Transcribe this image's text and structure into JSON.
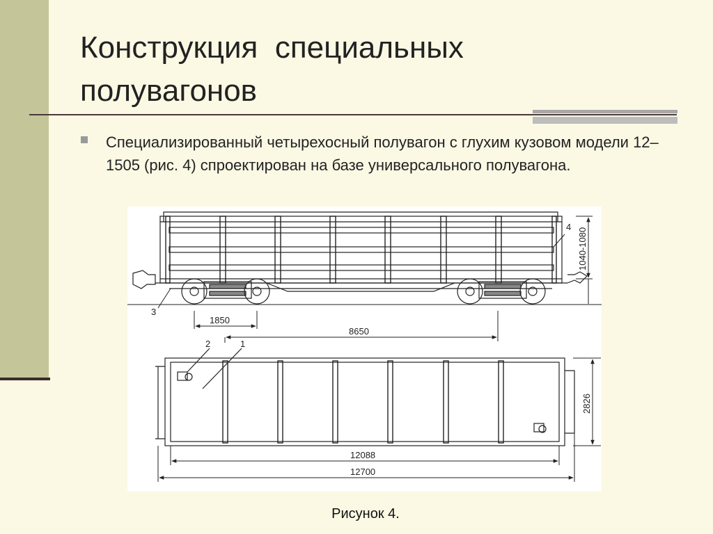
{
  "slide": {
    "title": "Конструкция  специальных\nполувагонов",
    "body": "Специализированный  четырехосный полувагон с глухим кузовом модели 12–1505 (рис. 4) спроектирован на базе универсального полувагона.",
    "caption": "Рисунок 4."
  },
  "drawing": {
    "dims": {
      "axle_spacing": "1850",
      "bogie_centres": "8650",
      "height": "1040-1080",
      "width": "2826",
      "inner_length": "12088",
      "overall_length": "12700"
    },
    "callouts": [
      "1",
      "2",
      "3",
      "4"
    ]
  }
}
